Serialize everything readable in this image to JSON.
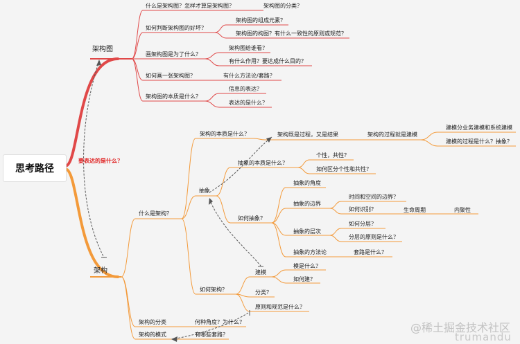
{
  "root": "思考路径",
  "annotation": "要表达的是什么？",
  "watermark": {
    "line1": "@稀土掘金技术社区",
    "line2": "trumandu"
  },
  "colors": {
    "top_branch": "#e04848",
    "bottom_branch": "#f39a3a",
    "dashed": "#555555"
  },
  "nodes": {
    "jiagoutu": "架构图",
    "q_what_is": "什么是架构图？怎样才算是架构图？",
    "fenlei_tu": "架构图的分类？",
    "q_judge": "如何判断架构图的好坏？",
    "zucheng": "架构图的组成元素？",
    "goutu": "架构图的构图？有什么一致性的原则或规范？",
    "q_why_draw": "画架构图是为了什么？",
    "gei_shei": "架构图给谁看？",
    "zuoyong": "有什么作用？要达成什么目的？",
    "q_how_draw": "如何画一张架构图？",
    "fangfa": "有什么方法论/套路？",
    "q_essence_tu": "架构图的本质是什么？",
    "xinxi": "信息的表达？",
    "biaoda": "表达的是什么？",
    "jiagou": "架构",
    "shenme_jiagou": "什么是架构？",
    "benzhi_jg": "架构的本质是什么？",
    "guocheng": "架构既是过程，又是结果",
    "jianmo": "架构的过程就是建模",
    "jianmo_yewu": "建模分业务建模和系统建模",
    "jianmo_guocheng": "建模的过程是什么？抽象？",
    "chouxiang": "抽象",
    "cx_benzhi": "抽象的本质是什么？",
    "gexing": "个性，共性？",
    "qufen": "如何区分个性和共性？",
    "ruhe_cx": "如何抽象？",
    "cx_jiaodu": "抽象的角度",
    "cx_bianjie": "抽象的边界",
    "shijian_kongjian": "时间和空间的边界？",
    "shibie": "如何识别？",
    "shengming": "生命周期",
    "neiju": "内聚性",
    "cx_cengci": "抽象的层次",
    "fenceng": "如何分层？",
    "fenceng_yuanze": "分层的原则是什么？",
    "cx_fangfa": "抽象的方法论",
    "taolu": "套路是什么？",
    "ruhe_jiagou": "如何架构？",
    "jianmo2": "建模",
    "moshi_q": "模是什么？",
    "ruhe_jian": "如何建？",
    "fenlei_q": "分类？",
    "yuanze": "原则和规范是什么？",
    "jg_fenlei": "架构的分类",
    "hezhong": "何种角度？为什么？",
    "jg_moshi": "架构的模式",
    "youna": "有哪些套路？"
  }
}
